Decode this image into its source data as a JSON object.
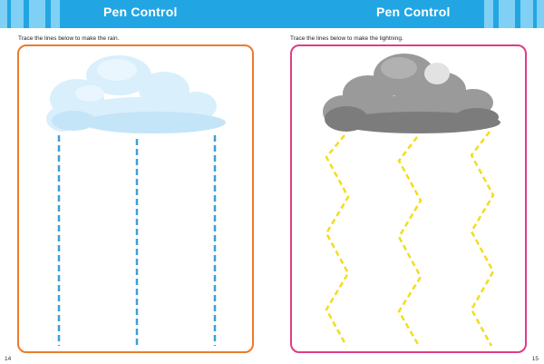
{
  "left_page": {
    "header_title": "Pen Control",
    "instruction": "Trace the lines below to make the rain.",
    "page_number": "14",
    "colors": {
      "header": "#21a6e3",
      "border": "#ee7a2c",
      "cloud": "#d2ecfa",
      "trace_line": "#3d9fd9"
    },
    "icon": "rain-cloud-icon"
  },
  "right_page": {
    "header_title": "Pen Control",
    "instruction": "Trace the lines below to make the lightning.",
    "page_number": "15",
    "colors": {
      "header": "#21a6e3",
      "border": "#df3d85",
      "cloud": "#8e8e8e",
      "trace_line": "#f5e11c"
    },
    "icon": "storm-cloud-icon"
  }
}
